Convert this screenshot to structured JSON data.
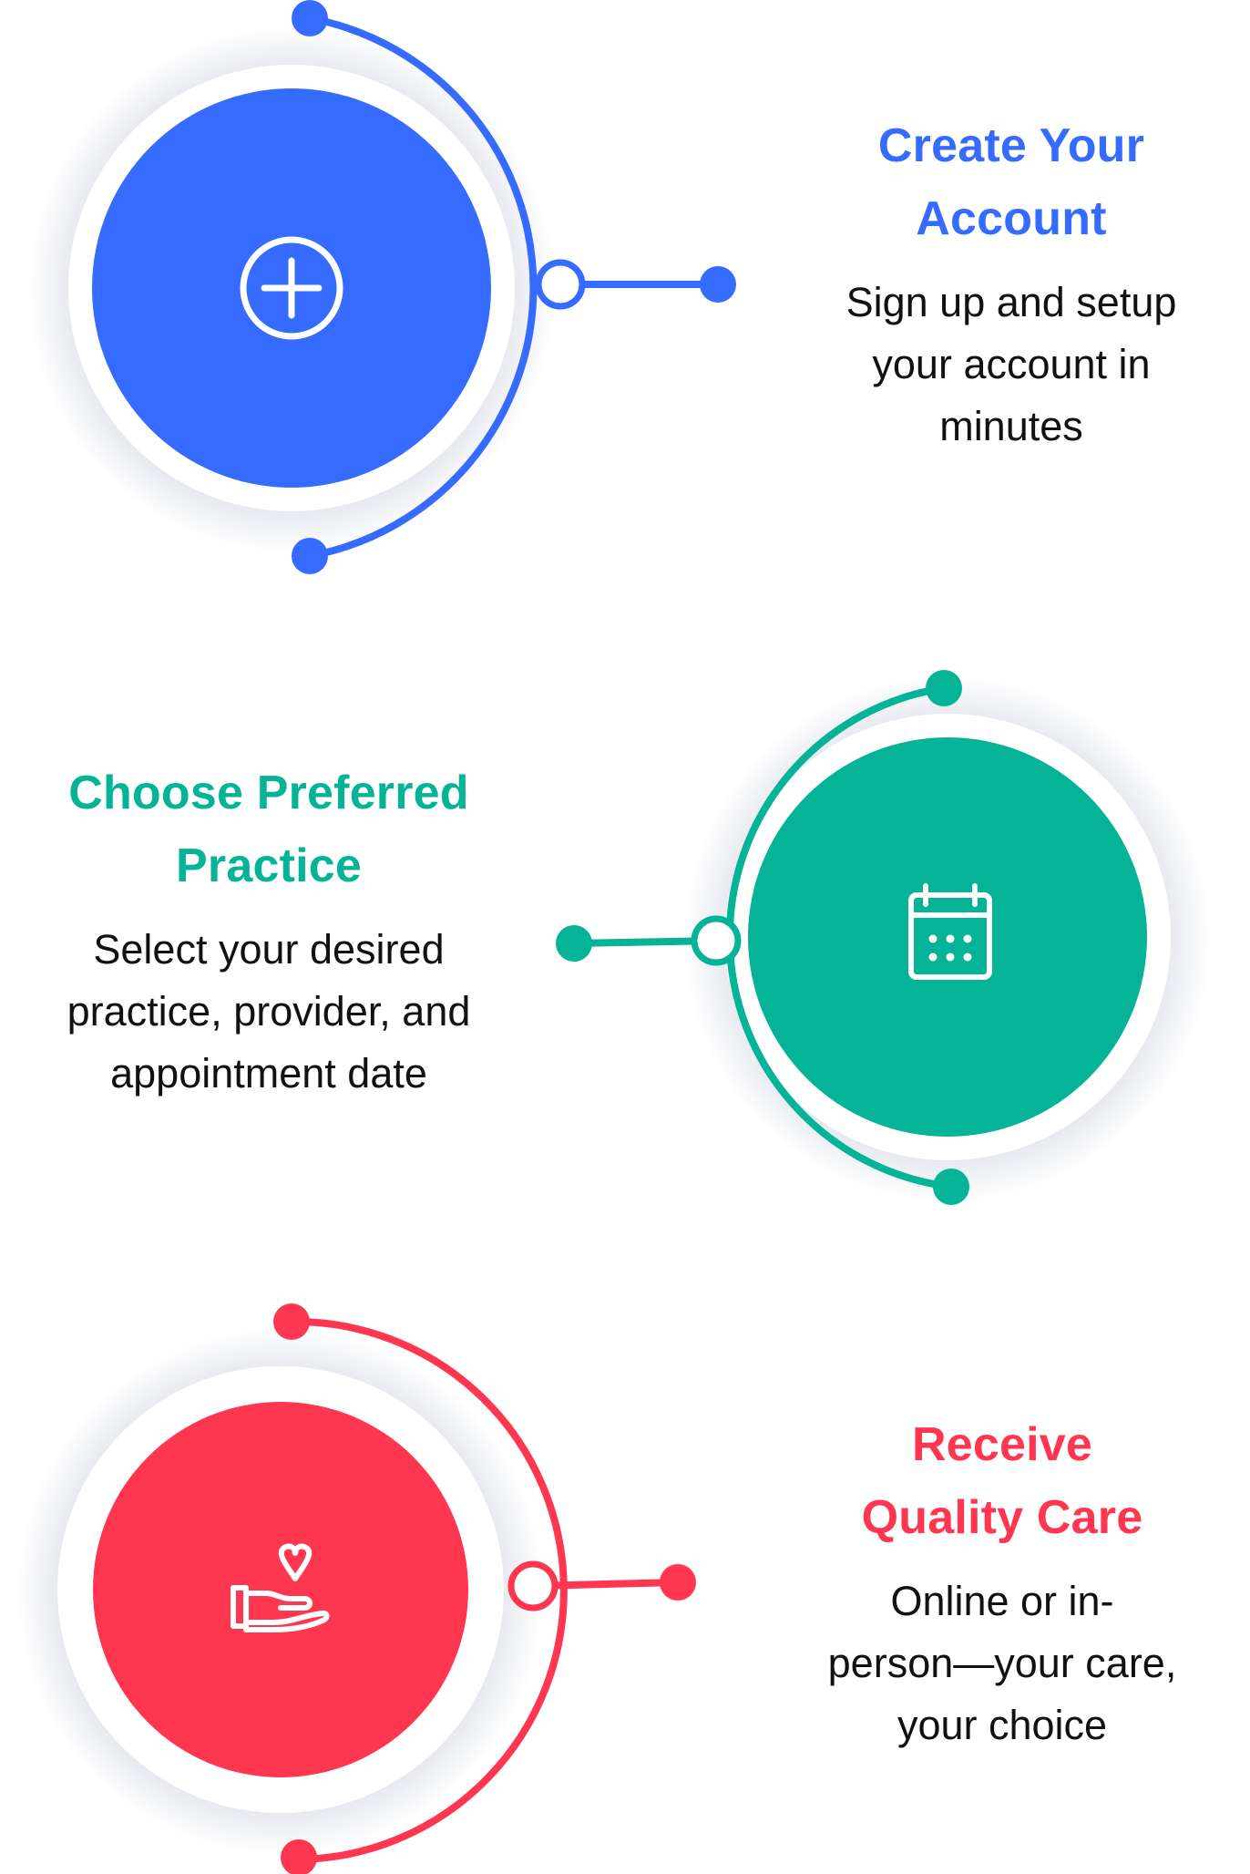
{
  "steps": [
    {
      "title_line1": "Create Your",
      "title_line2": "Account",
      "desc_line1": "Sign up and setup",
      "desc_line2": "your account in",
      "desc_line3": "minutes",
      "color": "#366bff",
      "icon": "plus-circle-icon"
    },
    {
      "title_line1": "Choose Preferred",
      "title_line2": "Practice",
      "desc_line1": "Select your desired",
      "desc_line2": "practice, provider, and",
      "desc_line3": "appointment date",
      "color": "#05b396",
      "icon": "calendar-icon"
    },
    {
      "title_line1": "Receive",
      "title_line2": "Quality Care",
      "desc_line1": "Online or in-",
      "desc_line2": "person—your care,",
      "desc_line3": "your choice",
      "color": "#fe3650",
      "icon": "hand-heart-icon"
    }
  ]
}
